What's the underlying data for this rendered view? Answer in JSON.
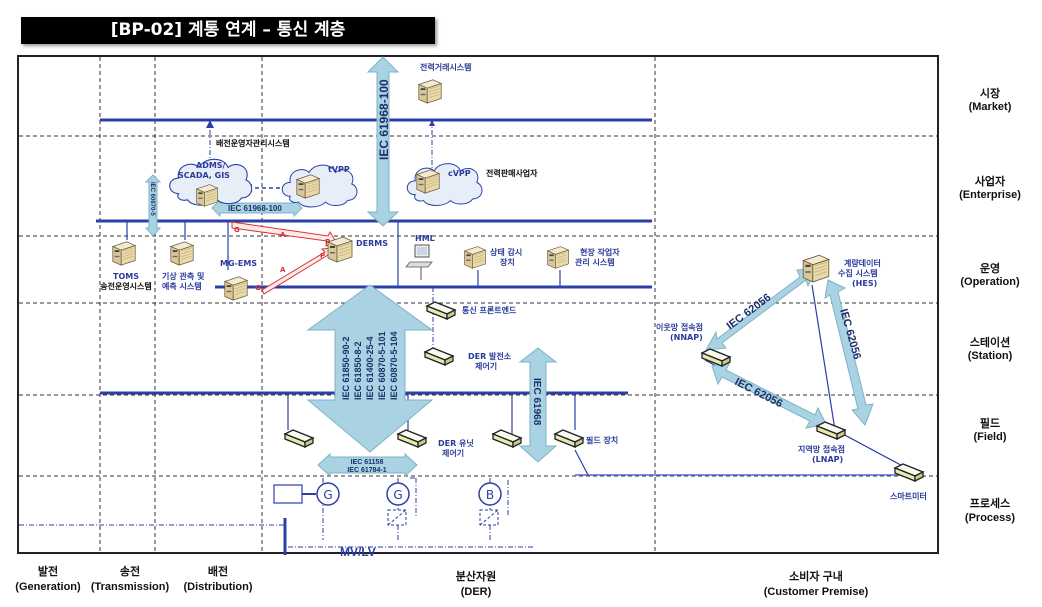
{
  "title": "[BP-02] 계통 연계 – 통신 계층",
  "colors": {
    "layer_line": "#2a3fa8",
    "arrow_fill": "#a9d3e3",
    "label_blue": "#2a3a9a",
    "red": "#d83030"
  },
  "levels": [
    {
      "ko": "시장",
      "en": "(Market)"
    },
    {
      "ko": "사업자",
      "en": "(Enterprise)"
    },
    {
      "ko": "운영",
      "en": "(Operation)"
    },
    {
      "ko": "스테이션",
      "en": "(Station)"
    },
    {
      "ko": "필드",
      "en": "(Field)"
    },
    {
      "ko": "프로세스",
      "en": "(Process)"
    }
  ],
  "domains": [
    {
      "ko": "발전",
      "en": "(Generation)"
    },
    {
      "ko": "송전",
      "en": "(Transmission)"
    },
    {
      "ko": "배전",
      "en": "(Distribution)"
    },
    {
      "ko": "분산자원",
      "en": "(DER)"
    },
    {
      "ko": "소비자 구내",
      "en": "(Customer Premise)"
    }
  ],
  "nodes": {
    "trading": "전력거래시스템",
    "dso_mgmt": "배전운영자관리시스템",
    "adms": "ADMS/",
    "adms2": "SCADA, GIS",
    "tvpp": "tVPP",
    "cvpp": "cVPP",
    "retailer": "전력판매사업자",
    "toms": "TOMS",
    "toms_ko": "송전운영시스템",
    "weather1": "기상 관측 및",
    "weather2": "예측 시스템",
    "mgems": "MG-EMS",
    "derms": "DERMS",
    "hml": "HML",
    "monitor1": "상태 감시",
    "monitor2": "장치",
    "workforce1": "현장 작업자",
    "workforce2": "관리 시스템",
    "comm_frontend": "통신 프론트엔드",
    "der_plant1": "DER 발전소",
    "der_plant2": "제어기",
    "der_unit1": "DER 유닛",
    "der_unit2": "제어기",
    "field_device": "필드 장치",
    "hes1": "계량데이터",
    "hes2": "수집 시스템",
    "hes3": "(HES)",
    "nnap1": "이웃망 접속점",
    "nnap2": "(NNAP)",
    "lnap1": "지역망 접속점",
    "lnap2": "(LNAP)",
    "smart_meter": "스마트미터",
    "gen1": "G",
    "gen2": "G",
    "battery": "B",
    "mvlv": "MV/LV"
  },
  "standards": {
    "iec61968_100_vertical": "IEC 61968-100",
    "iec61968_100_horizontal": "IEC 61968-100",
    "iec60870_5": "IEC 60870-5",
    "iec61850_group": [
      "IEC 61850-90-2",
      "IEC 61850-8-2",
      "IEC 61400-25-4",
      "IEC 60870-5-101",
      "IEC 60870-5-104"
    ],
    "iec61968": "IEC 61968",
    "iec61158": "IEC 61158",
    "iec61784": "IEC 61784-1",
    "iec62056_a": "IEC 62056",
    "iec62056_b": "IEC 62056",
    "iec62056_c": "IEC 62056",
    "red_labels": [
      "G",
      "A",
      "P",
      "A",
      "P",
      "G"
    ]
  }
}
